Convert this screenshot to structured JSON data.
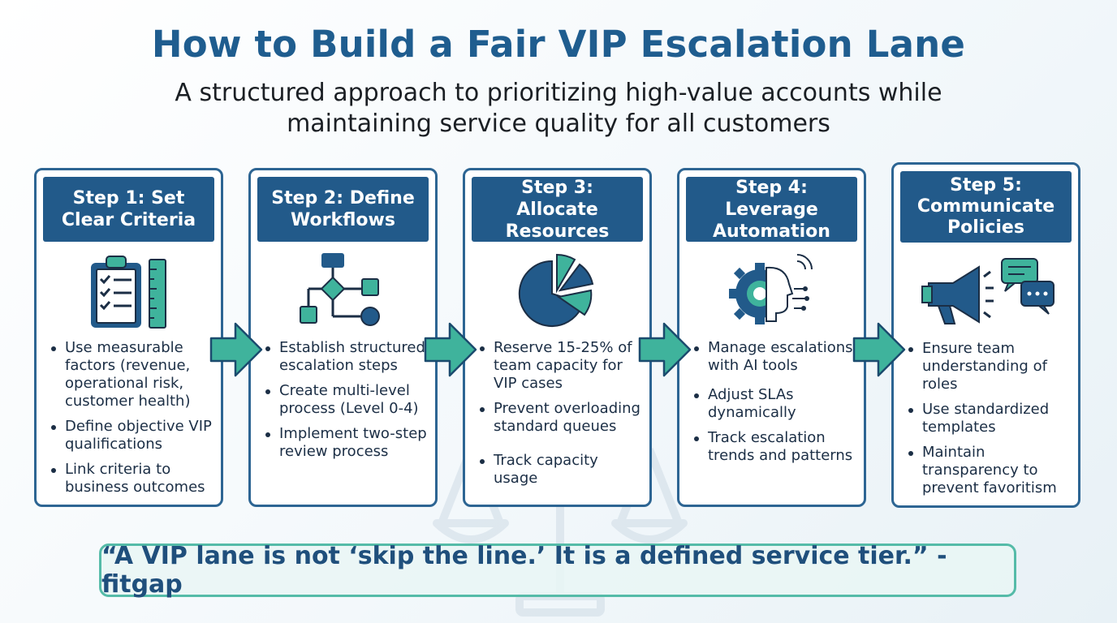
{
  "header": {
    "title": "How to Build a Fair VIP Escalation Lane",
    "subtitle_line1": "A structured approach to prioritizing high-value accounts while",
    "subtitle_line2": "maintaining service quality for all customers"
  },
  "colors": {
    "primary_blue": "#225a8a",
    "teal": "#3fb39c",
    "text": "#1b2e45"
  },
  "steps": [
    {
      "title": "Step 1: Set Clear Criteria",
      "icon": "clipboard-checklist-icon",
      "bullets": [
        "Use measurable factors (revenue, operational risk, customer health)",
        "Define objective VIP qualifications",
        "Link criteria to business outcomes"
      ]
    },
    {
      "title": "Step 2: Define Workflows",
      "icon": "flowchart-icon",
      "bullets": [
        "Establish structured escalation steps",
        "Create multi-level process (Level 0-4)",
        "Implement two-step review process"
      ]
    },
    {
      "title": "Step 3: Allocate Resources",
      "icon": "pie-chart-icon",
      "bullets": [
        "Reserve 15-25% of team capacity for VIP cases",
        "Prevent overloading standard queues",
        "Track capacity usage"
      ]
    },
    {
      "title": "Step 4: Leverage Automation",
      "icon": "ai-gear-head-icon",
      "bullets": [
        "Manage escalations with AI tools",
        "Adjust SLAs dynamically",
        "Track escalation trends and patterns"
      ]
    },
    {
      "title": "Step 5: Communicate Policies",
      "icon": "megaphone-chat-icon",
      "bullets": [
        "Ensure team understanding of roles",
        "Use standardized templates",
        "Maintain transparency to prevent favoritism"
      ]
    }
  ],
  "quote": "“A VIP lane is not ‘skip the line.’ It is a defined service tier.” - fitgap"
}
